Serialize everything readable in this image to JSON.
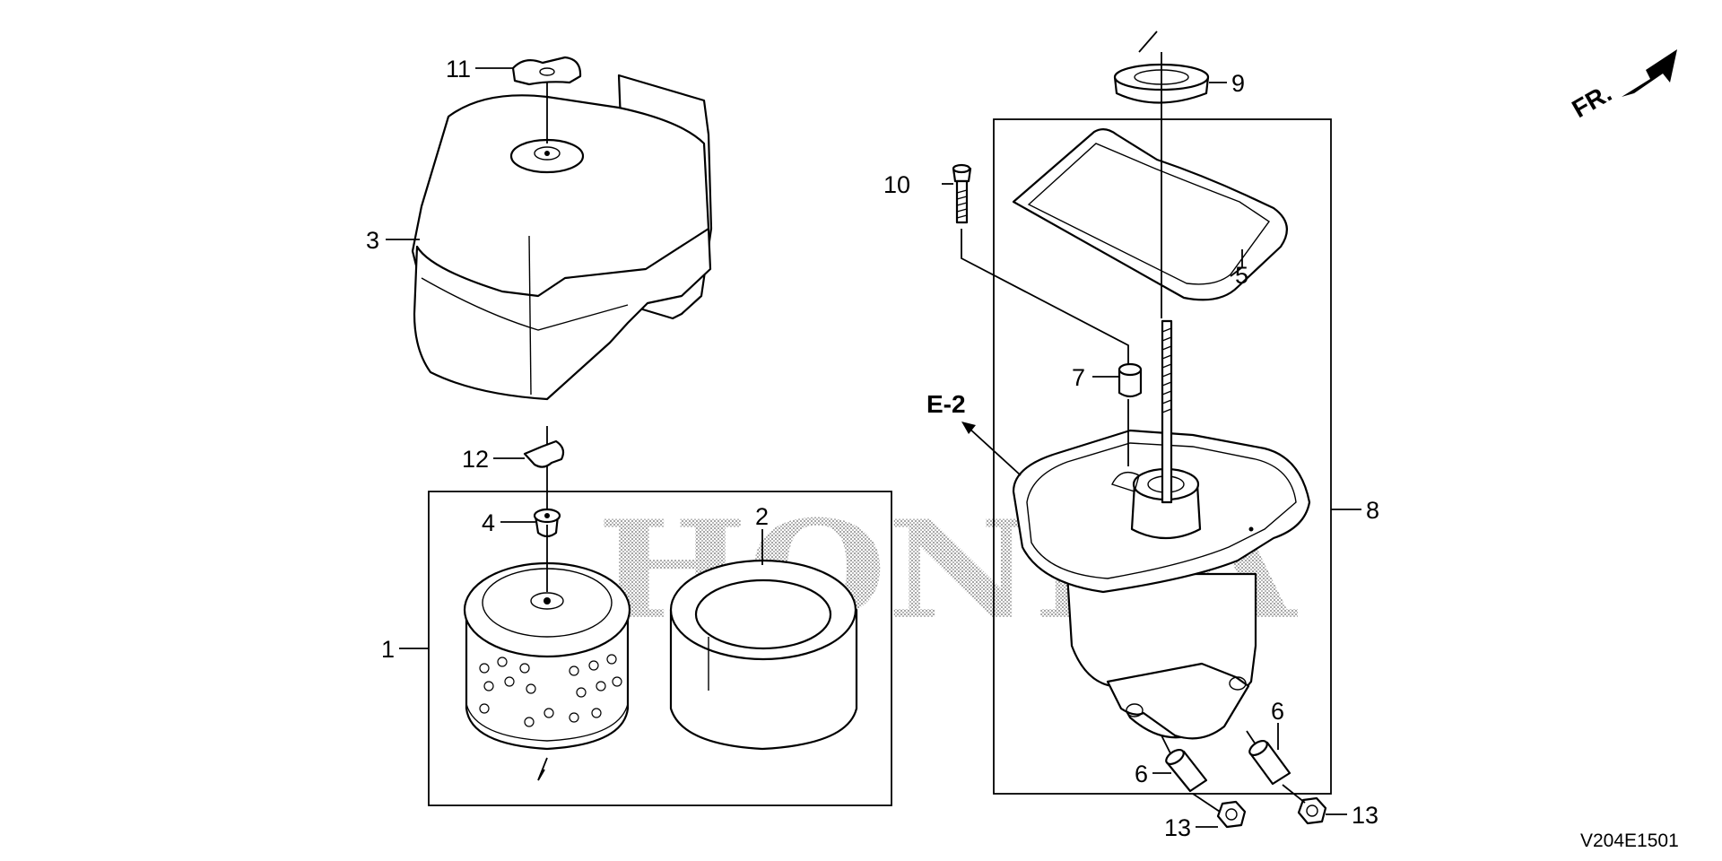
{
  "diagram_code": "V204E1501",
  "reference_label": "E-2",
  "front_label": "FR.",
  "watermark": "HONDA",
  "callouts": [
    {
      "id": "c1",
      "text": "1"
    },
    {
      "id": "c2",
      "text": "2"
    },
    {
      "id": "c3",
      "text": "3"
    },
    {
      "id": "c4",
      "text": "4"
    },
    {
      "id": "c5",
      "text": "5"
    },
    {
      "id": "c6a",
      "text": "6"
    },
    {
      "id": "c6b",
      "text": "6"
    },
    {
      "id": "c7",
      "text": "7"
    },
    {
      "id": "c8",
      "text": "8"
    },
    {
      "id": "c9",
      "text": "9"
    },
    {
      "id": "c10",
      "text": "10"
    },
    {
      "id": "c11",
      "text": "11"
    },
    {
      "id": "c12",
      "text": "12"
    },
    {
      "id": "c13a",
      "text": "13"
    },
    {
      "id": "c13b",
      "text": "13"
    }
  ]
}
